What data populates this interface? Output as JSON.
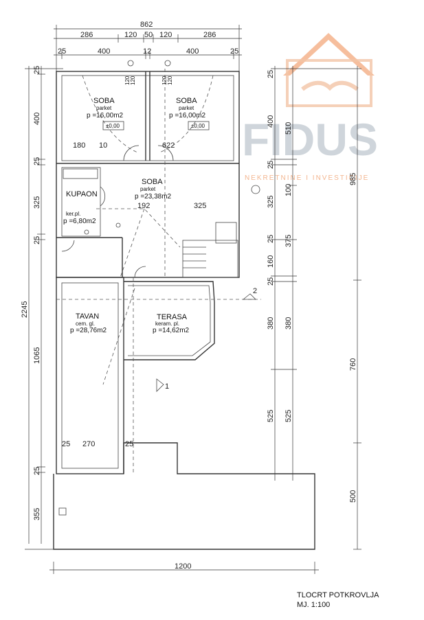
{
  "watermark": {
    "brand": "FIDUS",
    "tagline": "NEKRETNINE I INVESTICIJE"
  },
  "dimensions": {
    "top_total": "862",
    "top_row2": [
      "286",
      "120",
      "50",
      "120",
      "286"
    ],
    "top_row3": [
      "25",
      "400",
      "12",
      "400",
      "25"
    ],
    "left_column": [
      "25",
      "400",
      "25",
      "325",
      "25",
      "2245",
      "1065",
      "25",
      "355"
    ],
    "right_inner": [
      "25",
      "400",
      "25",
      "325",
      "25",
      "160",
      "25",
      "380",
      "525"
    ],
    "right_mid": [
      "510",
      "100",
      "375",
      "380",
      "525"
    ],
    "right_outer": [
      "985",
      "760",
      "500"
    ],
    "bottom_total": "1200",
    "upper_room_dims": [
      "180",
      "10",
      "622"
    ],
    "soba3_dims": [
      "192",
      "325"
    ],
    "tavan_dims": [
      "25",
      "270",
      "25"
    ],
    "window_marks": [
      "120",
      "120",
      "120",
      "120"
    ]
  },
  "rooms": {
    "soba1": {
      "name": "SOBA",
      "floor": "parket",
      "area": "p =16,00m2",
      "level": "±0,00"
    },
    "soba2": {
      "name": "SOBA",
      "floor": "parket",
      "area": "p =16,00m2",
      "level": "±0,00"
    },
    "soba3": {
      "name": "SOBA",
      "floor": "parket",
      "area": "p =23,38m2"
    },
    "kupaon": {
      "name": "KUPAON",
      "floor": "ker.pl.",
      "area": "p =6,80m2"
    },
    "tavan": {
      "name": "TAVAN",
      "floor": "cem. gl.",
      "area": "p =28,76m2"
    },
    "terasa": {
      "name": "TERASA",
      "floor": "keram. pl.",
      "area": "p =14,62m2"
    }
  },
  "section_marks": [
    "1",
    "2"
  ],
  "title_block": {
    "title": "TLOCRT POTKROVLJA",
    "scale": "MJ. 1:100"
  }
}
